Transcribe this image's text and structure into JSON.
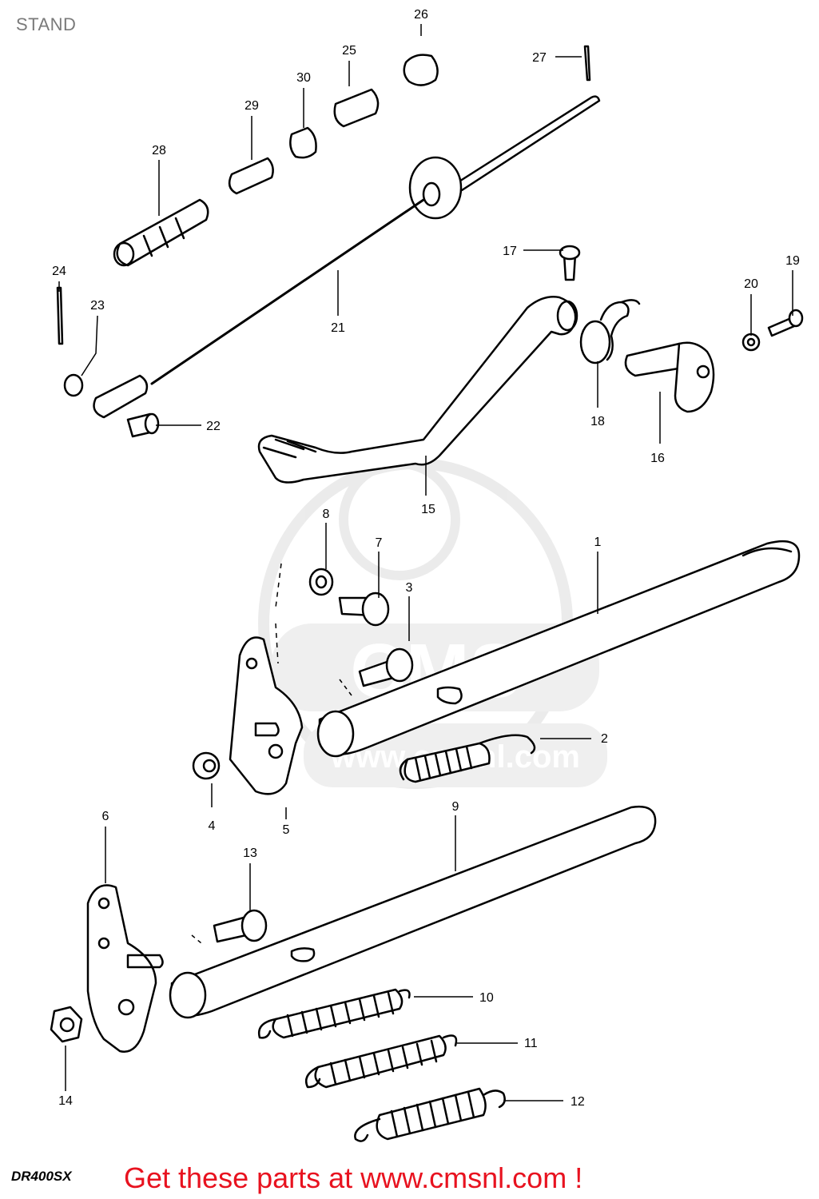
{
  "section_title": "STAND",
  "model_code": "DR400SX",
  "promo_text": "Get these parts at www.cmsnl.com !",
  "watermark": {
    "logo_text": "CMS",
    "url_text": "www.cmsnl.com"
  },
  "part_numbers": [
    "1",
    "2",
    "3",
    "4",
    "5",
    "6",
    "7",
    "8",
    "9",
    "10",
    "11",
    "12",
    "13",
    "14",
    "15",
    "16",
    "17",
    "18",
    "19",
    "20",
    "21",
    "22",
    "23",
    "24",
    "25",
    "26",
    "27",
    "28",
    "29",
    "30"
  ],
  "colors": {
    "line": "#000000",
    "promo": "#e8121f",
    "title": "#7a7a7a",
    "watermark": "#d9d9d9"
  }
}
